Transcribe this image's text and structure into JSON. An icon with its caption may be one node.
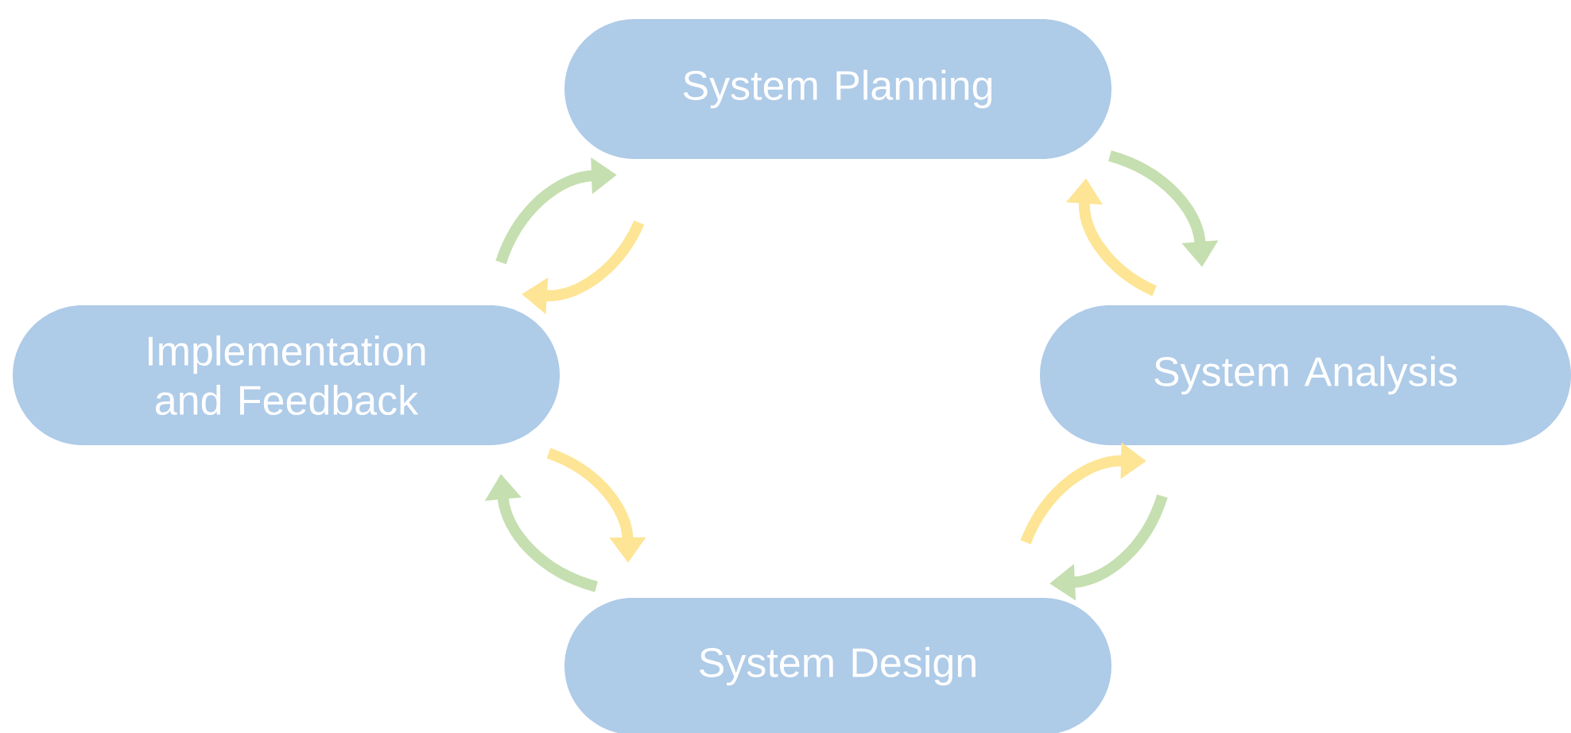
{
  "diagram": {
    "nodes": [
      {
        "text": [
          "System Planning"
        ]
      },
      {
        "text": [
          "System Analysis"
        ]
      },
      {
        "text": [
          "System Design"
        ]
      },
      {
        "text": [
          "Implementation and Feedback"
        ]
      }
    ],
    "edges": [
      {
        "from": 3,
        "to": 0,
        "arrow": "to",
        "color": "#c5dfb0"
      },
      {
        "from": 0,
        "to": 3,
        "arrow": "to",
        "color": "#fde595"
      },
      {
        "from": 0,
        "to": 1,
        "arrow": "to",
        "color": "#c5dfb0"
      },
      {
        "from": 1,
        "to": 0,
        "arrow": "to",
        "color": "#fde595"
      },
      {
        "from": 2,
        "to": 1,
        "arrow": "to",
        "color": "#fde595"
      },
      {
        "from": 1,
        "to": 2,
        "arrow": "to",
        "color": "#c5dfb0"
      },
      {
        "from": 3,
        "to": 2,
        "arrow": "to",
        "color": "#fde595"
      },
      {
        "from": 2,
        "to": 3,
        "arrow": "to",
        "color": "#c5dfb0"
      }
    ]
  }
}
